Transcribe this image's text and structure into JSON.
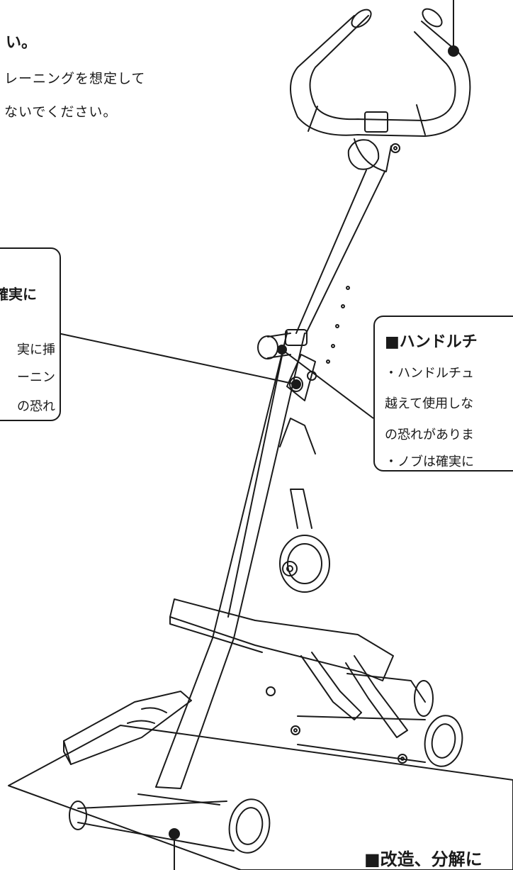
{
  "top_text": {
    "heading": "い。",
    "line1": "レーニングを想定して",
    "line2": "ないでください。"
  },
  "left_callout": {
    "heading": "確実に",
    "line1": "実に挿",
    "line2": "ーニン",
    "line3": "の恐れ"
  },
  "right_callout": {
    "heading": "■ハンドルチ",
    "line1": "・ハンドルチュ",
    "line2": "越えて使用しな",
    "line3": "の恐れがありま",
    "line4": "・ノブは確実に"
  },
  "bottom_callout": {
    "heading": "■改造、分解に"
  },
  "colors": {
    "ink": "#1a1a1a",
    "background": "#ffffff"
  }
}
